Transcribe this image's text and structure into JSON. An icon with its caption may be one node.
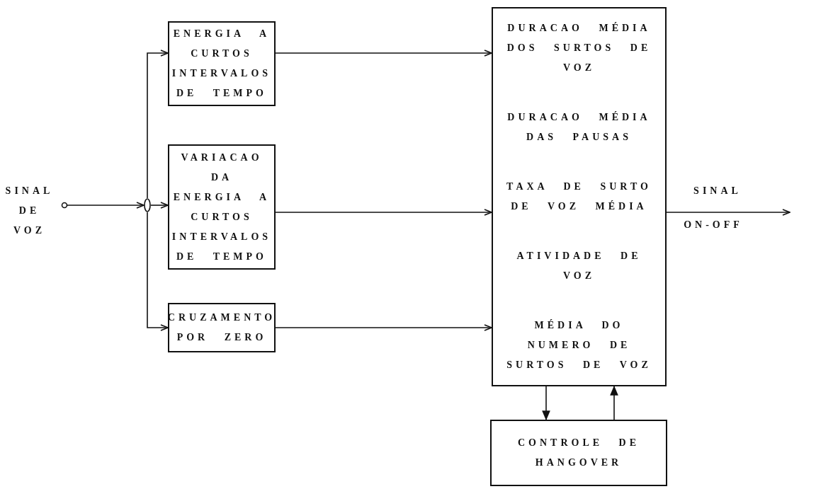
{
  "diagram": {
    "nodes": [
      {
        "text": [],
        "shape": "circle",
        "beside": [
          "SINAL DE VOZ"
        ]
      },
      {
        "text": [],
        "shape": "circle"
      },
      {
        "text": [
          "ENERGIA A CURTOS INTERVALOS DE TEMPO"
        ]
      },
      {
        "text": [
          "VARIACAO DA ENERGIA A CURTOS INTERVALOS DE TEMPO"
        ]
      },
      {
        "text": [
          "CRUZAMENTO POR ZERO"
        ]
      },
      {
        "text": [
          "DURACAO MÉDIA DOS SURTOS DE VOZ",
          "DURACAO MÉDIA DAS PAUSAS",
          "TAXA DE SURTO DE VOZ MÉDIA",
          "ATIVIDADE DE VOZ",
          "MÉDIA DO NUMERO DE SURTOS DE VOZ"
        ]
      },
      {
        "text": [
          "CONTROLE DE HANGOVER"
        ]
      }
    ],
    "edges": [
      {
        "from": 0,
        "to": 1,
        "arrow": "to"
      },
      {
        "from": 1,
        "to": 2,
        "arrow": "to"
      },
      {
        "from": 1,
        "to": 3,
        "arrow": "to"
      },
      {
        "from": 1,
        "to": 4,
        "arrow": "to"
      },
      {
        "from": 2,
        "to": 5,
        "arrow": "to"
      },
      {
        "from": 3,
        "to": 5,
        "arrow": "to"
      },
      {
        "from": 4,
        "to": 5,
        "arrow": "to"
      },
      {
        "from": 5,
        "to": 6,
        "arrow": "to"
      },
      {
        "from": 6,
        "to": 5,
        "arrow": "to"
      },
      {
        "from": 5,
        "to": null,
        "arrow": "to"
      }
    ],
    "labels": [
      "SINAL",
      "ON-OFF"
    ]
  }
}
